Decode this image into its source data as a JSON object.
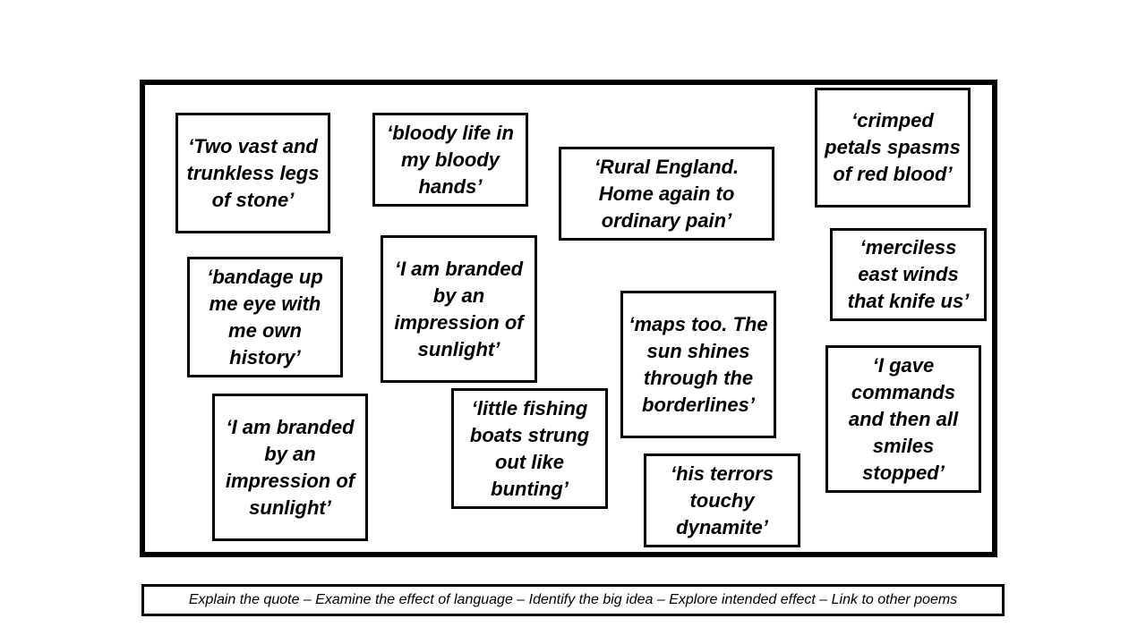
{
  "quotes": [
    {
      "text": "‘Two vast and trunkless legs of stone’"
    },
    {
      "text": "‘bloody life in my bloody hands’"
    },
    {
      "text": "‘Rural England. Home again to ordinary pain’"
    },
    {
      "text": "‘crimped petals spasms of red blood’"
    },
    {
      "text": "‘merciless east winds that knife us’"
    },
    {
      "text": "‘bandage up me eye with me own history’"
    },
    {
      "text": "‘I am branded by an impression of sunlight’"
    },
    {
      "text": "‘maps too. The sun shines through the borderlines’"
    },
    {
      "text": "‘I gave commands and then all smiles stopped’"
    },
    {
      "text": "‘I am branded by an impression of sunlight’"
    },
    {
      "text": "‘little fishing boats strung out like bunting’"
    },
    {
      "text": "‘his terrors touchy dynamite’"
    }
  ],
  "instructions": "Explain the quote – Examine the effect of language –  Identify the big idea – Explore intended effect – Link to other poems"
}
